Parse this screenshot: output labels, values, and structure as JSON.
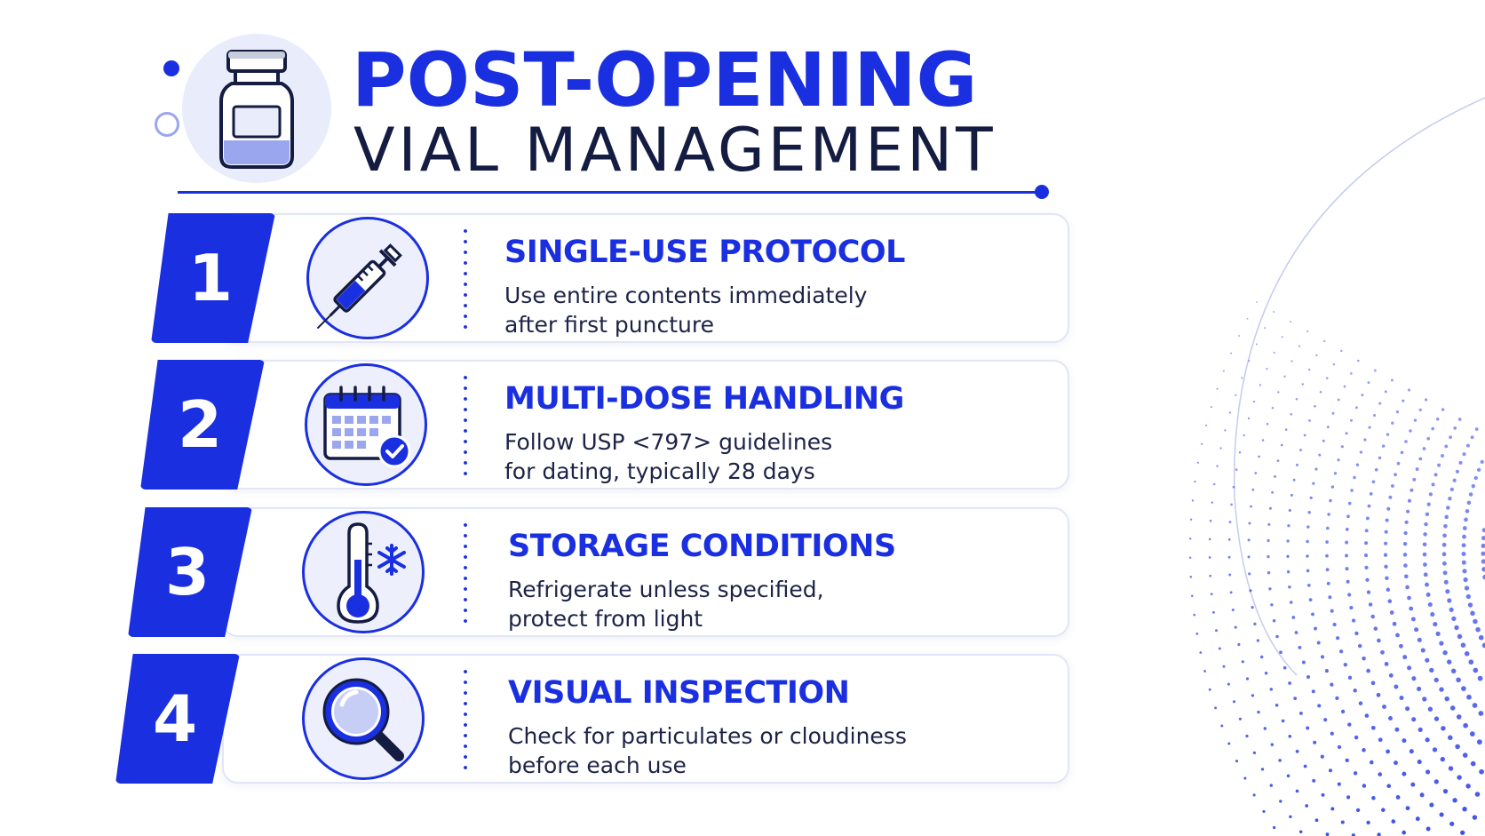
{
  "title": {
    "line1": "POST-OPENING",
    "line2": "VIAL MANAGEMENT",
    "icon": "vial-icon"
  },
  "colors": {
    "accent": "#1a2fe0",
    "text_dark": "#141c42",
    "icon_bg": "#edf0fc",
    "card_border": "#e1e5f6"
  },
  "steps": [
    {
      "number": "1",
      "icon": "syringe-icon",
      "heading": "SINGLE-USE PROTOCOL",
      "desc_line1": "Use entire contents immediately",
      "desc_line2": "after first puncture"
    },
    {
      "number": "2",
      "icon": "calendar-check-icon",
      "heading": "MULTI-DOSE HANDLING",
      "desc_line1": "Follow USP <797> guidelines",
      "desc_line2": "for dating, typically 28 days"
    },
    {
      "number": "3",
      "icon": "thermometer-snowflake-icon",
      "heading": "STORAGE CONDITIONS",
      "desc_line1": "Refrigerate unless specified,",
      "desc_line2": "protect from light"
    },
    {
      "number": "4",
      "icon": "magnifying-glass-icon",
      "heading": "VISUAL INSPECTION",
      "desc_line1": "Check for particulates or cloudiness",
      "desc_line2": "before each use"
    }
  ]
}
